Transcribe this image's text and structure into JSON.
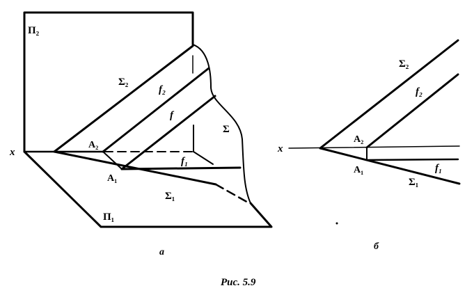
{
  "figure_a": {
    "pi2": "Π₂",
    "pi1": "Π₁",
    "x": "x",
    "sigma2": "Σ₂",
    "sigma1": "Σ₁",
    "sigma": "Σ",
    "f2": "f₂",
    "f": "f",
    "f1": "f₁",
    "a2": "A₂",
    "a1": "A₁",
    "sublabel": "а"
  },
  "figure_b": {
    "x": "x",
    "sigma2": "Σ₂",
    "sigma1": "Σ₁",
    "f2": "f₂",
    "f1": "f₁",
    "a2": "A₂",
    "a1": "A₁",
    "sublabel": "б"
  },
  "caption": "Рис. 5.9"
}
